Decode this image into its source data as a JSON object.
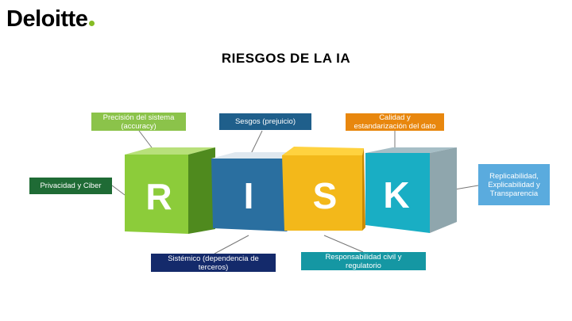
{
  "logo": {
    "text": "Deloitte",
    "dot_color": "#86bc25"
  },
  "title": "RIESGOS DE LA IA",
  "cubes": [
    {
      "letter": "R",
      "front": "#8ccc3a",
      "top": "#b8e07a",
      "side": "#4f8a1e"
    },
    {
      "letter": "I",
      "front": "#2a6fa0",
      "top": "#dfe8ef",
      "side": "#1a4e78"
    },
    {
      "letter": "S",
      "front": "#f3b81a",
      "top": "#ffd23f",
      "side": "#c88a05"
    },
    {
      "letter": "K",
      "front": "#19aec4",
      "top": "#a6bec6",
      "side": "#8fa6ad"
    }
  ],
  "labels": {
    "precision": {
      "line1": "Precisión del sistema",
      "line2": "(accuracy)",
      "color": "#8bc34a"
    },
    "sesgos": {
      "line1": "Sesgos (prejuicio)",
      "color": "#1f5f8b"
    },
    "calidad": {
      "line1": "Calidad y",
      "line2": "estandarización del dato",
      "color": "#e8870e"
    },
    "privacidad": {
      "line1": "Privacidad y Ciber",
      "color": "#1f6b35"
    },
    "replicabilidad": {
      "line1": "Replicabilidad,",
      "line2": "Explicabilidad y",
      "line3": "Transparencia",
      "color": "#5aabde"
    },
    "sistemico": {
      "line1": "Sistémico (dependencia de",
      "line2": "terceros)",
      "color": "#142a6b"
    },
    "responsabilidad": {
      "line1": "Responsabilidad civil y",
      "line2": "regulatorio",
      "color": "#1597a3"
    }
  }
}
